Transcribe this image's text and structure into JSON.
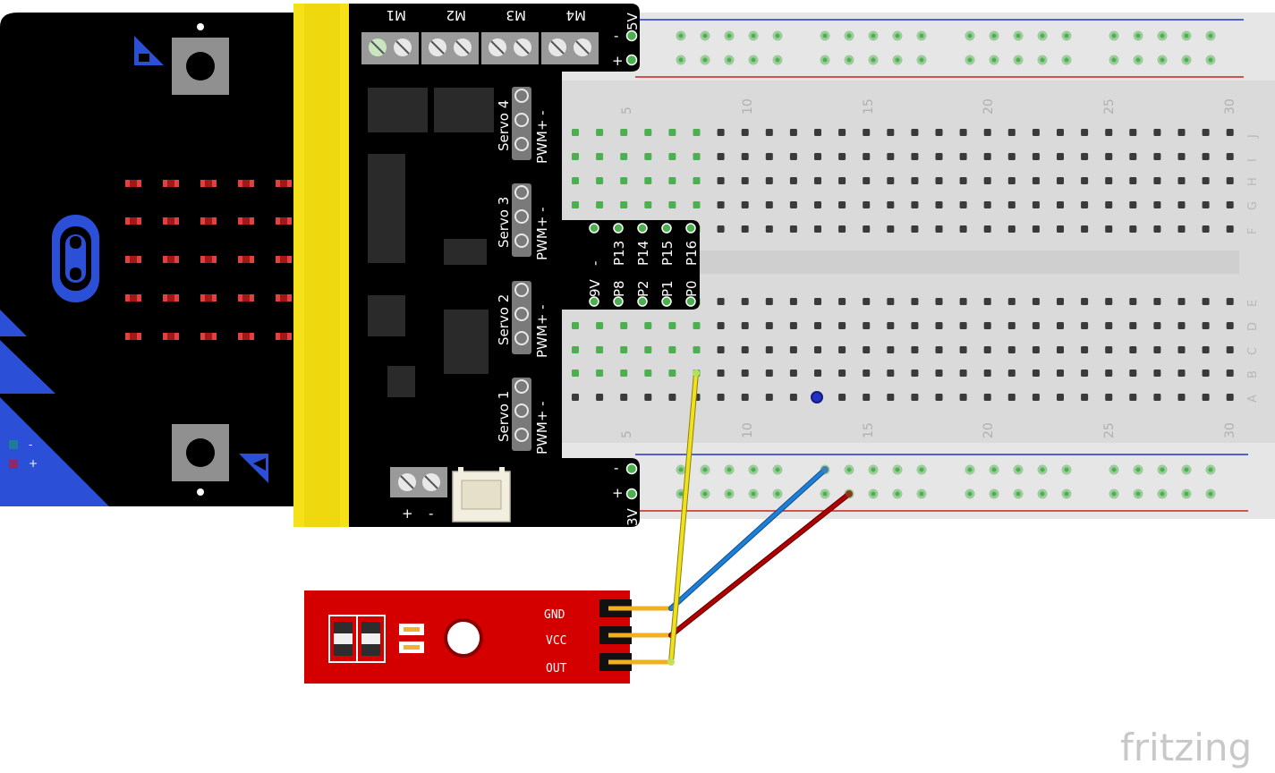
{
  "colors": {
    "microbit_body": "#000000",
    "edge_connector": "#f5e11a",
    "breadboard": "#e8e8e8",
    "hole": "#3a3a3a",
    "connected_hole": "#4caf50",
    "rail_red": "#cc0000",
    "rail_blue": "#1a1aff",
    "sensor_board": "#d40000",
    "wire_yellow": "#f0e020",
    "wire_blue": "#1e7fd6",
    "wire_red": "#b00000",
    "led": "#e04040",
    "ble_blue": "#2b4fd6"
  },
  "driver_board": {
    "motor_ports": [
      "M1",
      "M2",
      "M3",
      "M4"
    ],
    "servo_ports": [
      {
        "name": "Servo 4",
        "pins": "PWM+ -"
      },
      {
        "name": "Servo 3",
        "pins": "PWM+ -"
      },
      {
        "name": "Servo 2",
        "pins": "PWM+ -"
      },
      {
        "name": "Servo 1",
        "pins": "PWM+ -"
      }
    ],
    "voltage_top": "5V",
    "voltage_bottom": "3V",
    "rail_minus": "-",
    "rail_plus": "+",
    "power_plus": "+",
    "power_minus": "-",
    "gpio_top": [
      "-",
      "P13",
      "P14",
      "P15",
      "P16"
    ],
    "gpio_bottom": [
      "9V",
      "P8",
      "P2",
      "P1",
      "P0"
    ]
  },
  "microbit": {
    "battery_minus": "-",
    "battery_plus": "+"
  },
  "breadboard": {
    "column_numbers": [
      "5",
      "10",
      "15",
      "20",
      "25",
      "30"
    ],
    "rows_top": [
      "J",
      "I",
      "H",
      "G",
      "F"
    ],
    "rows_bottom": [
      "E",
      "D",
      "C",
      "B",
      "A"
    ]
  },
  "sensor": {
    "pins": [
      "GND",
      "VCC",
      "OUT"
    ]
  },
  "brand": "fritzing"
}
